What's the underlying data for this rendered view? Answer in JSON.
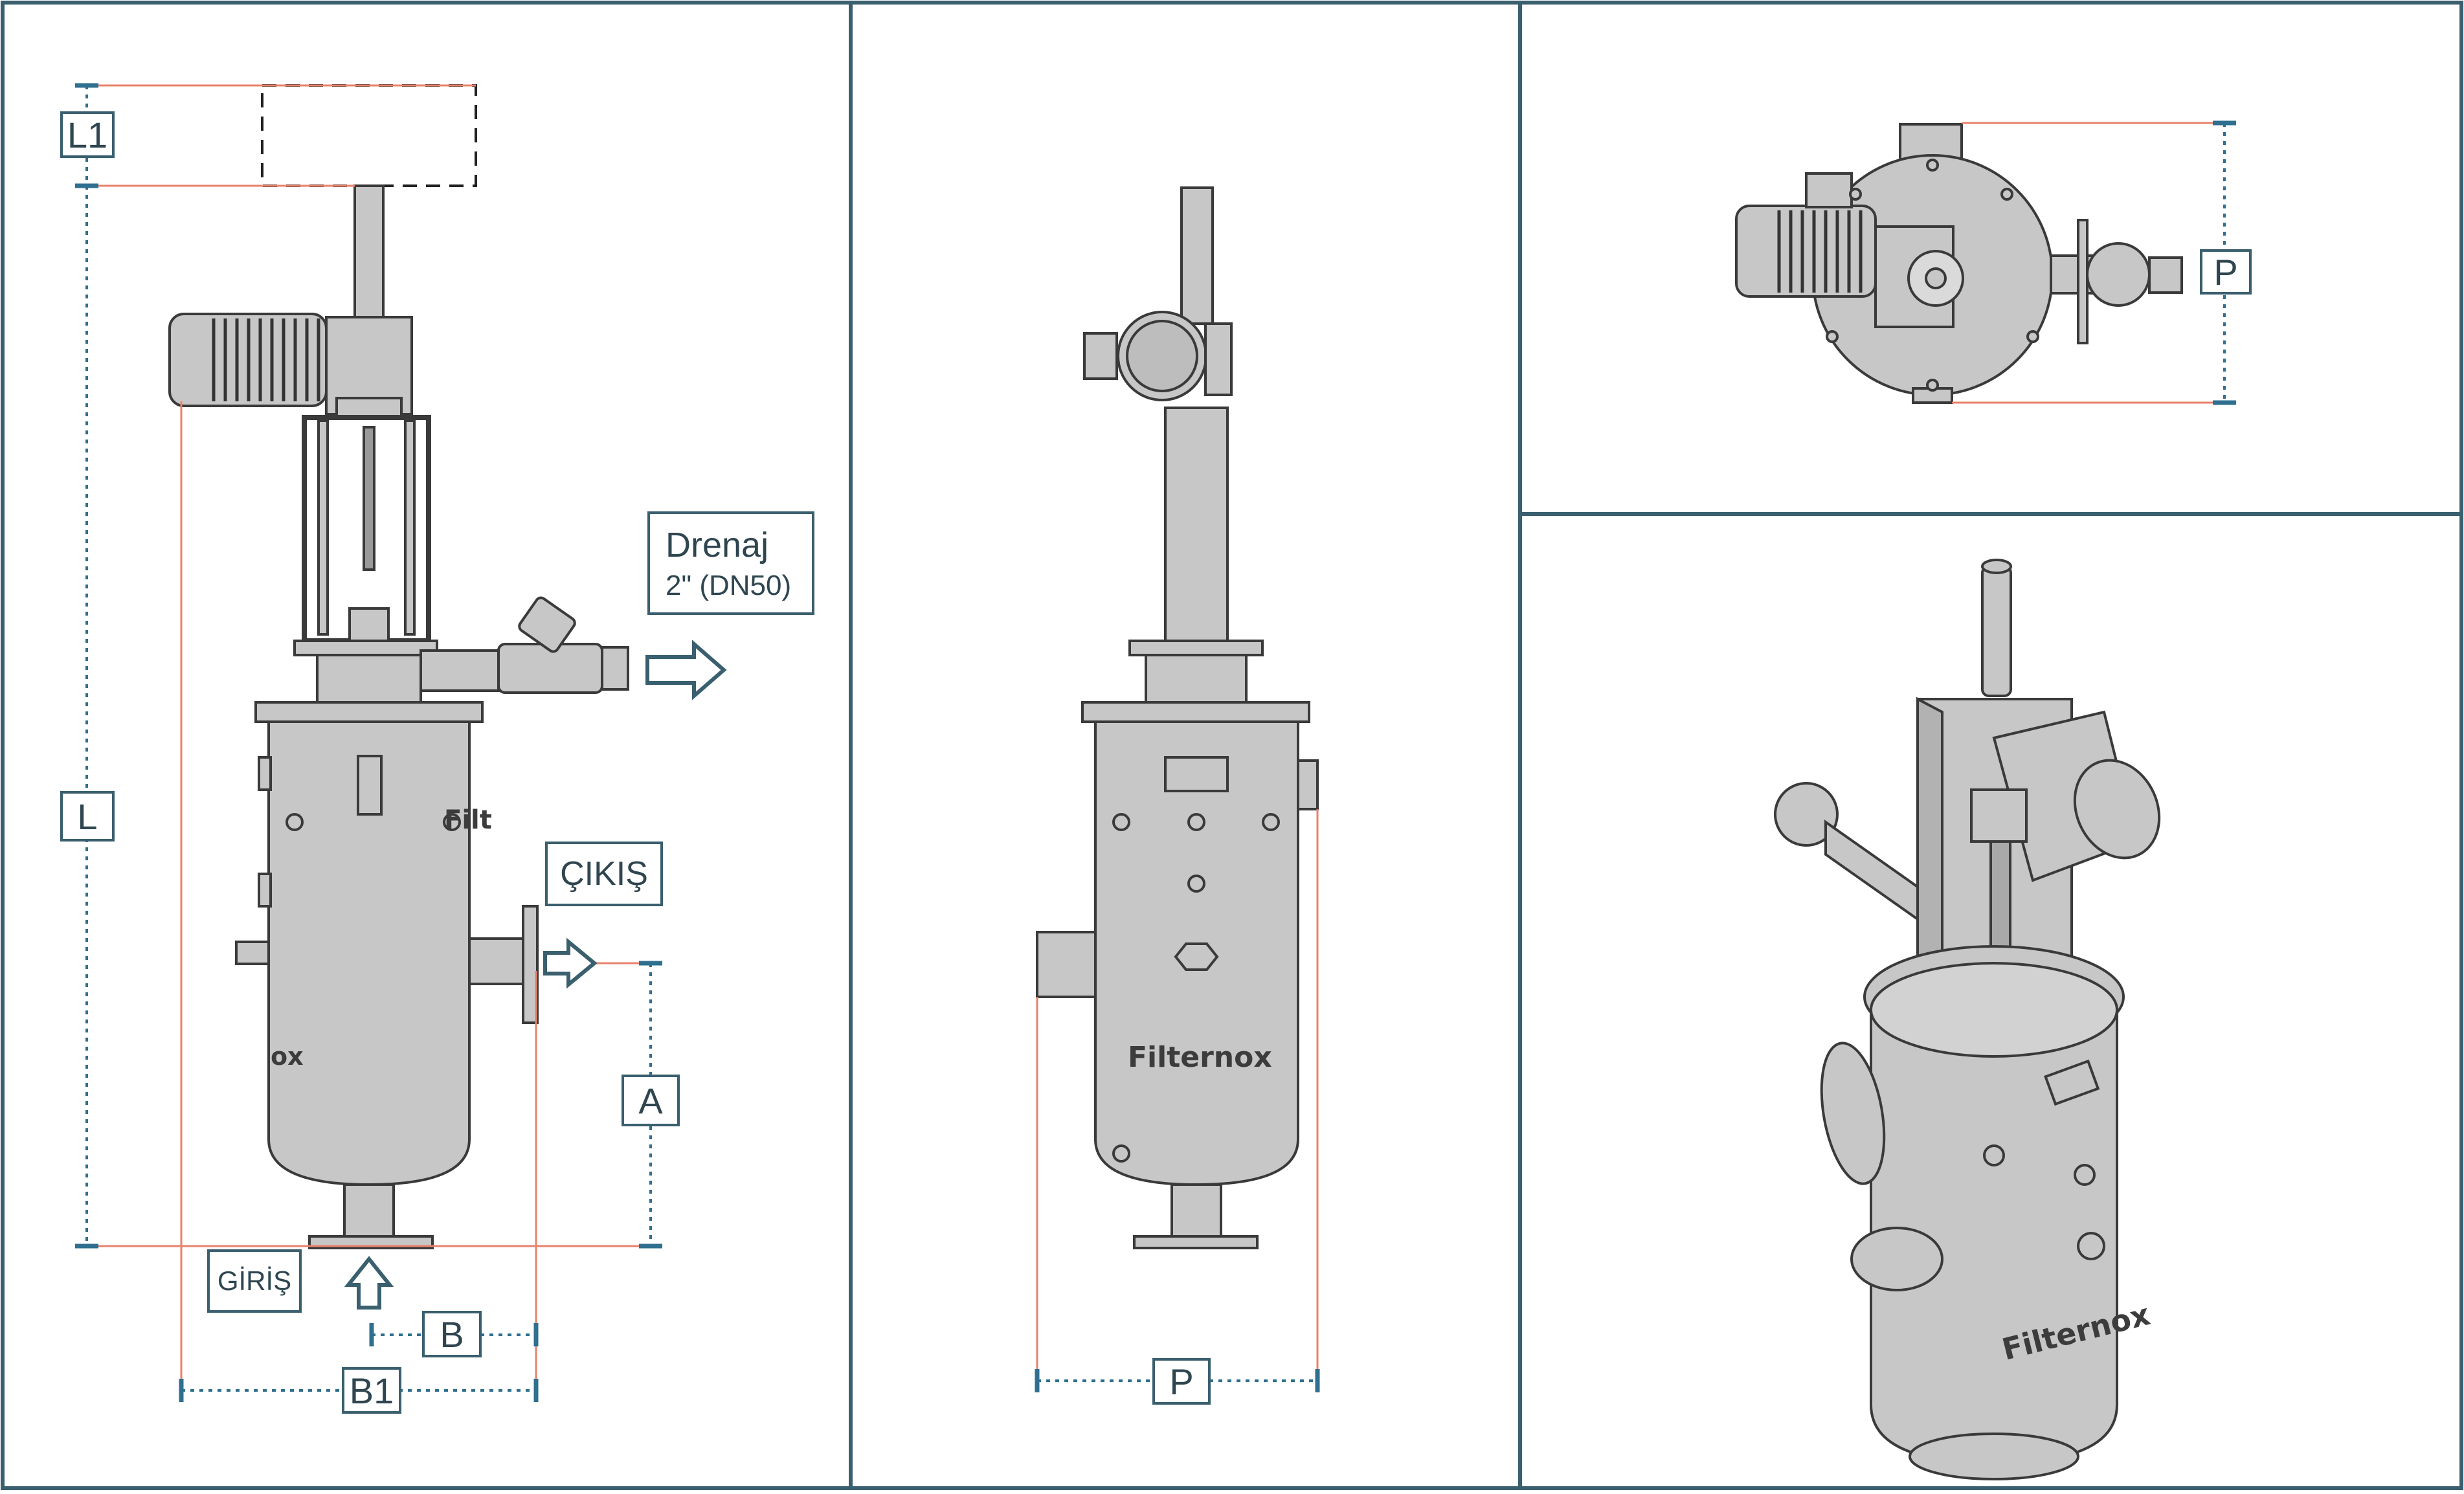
{
  "dimensions": {
    "L1": "L1",
    "L": "L",
    "A": "A",
    "B": "B",
    "B1": "B1",
    "P_side": "P",
    "P_top": "P"
  },
  "ports": {
    "drain_title": "Drenaj",
    "drain_size": "2\" (DN50)",
    "outlet": "ÇIKIŞ",
    "inlet": "GİRİŞ"
  },
  "brand": {
    "front": "Filt",
    "front_lower": "ox",
    "side": "Filternox",
    "iso": "Filternox"
  },
  "colors": {
    "frame": "#3a5f6e",
    "dimension_line": "#2f6f8f",
    "extension_line": "#e8826a",
    "metal_fill": "#c7c7c7",
    "metal_stroke": "#3a3a3a",
    "arrow": "#3a5f6e"
  }
}
